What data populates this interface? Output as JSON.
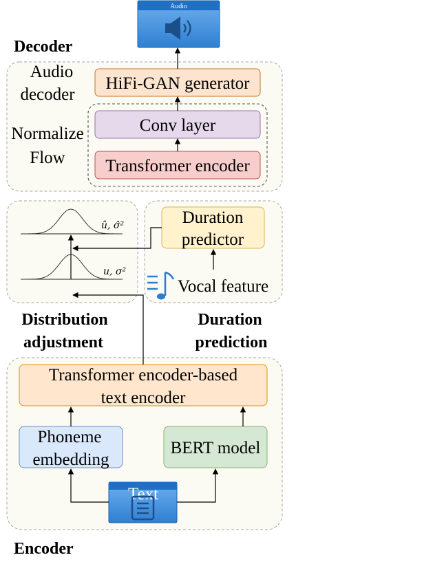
{
  "sections": {
    "decoder": "Decoder",
    "audio_decoder": [
      "Audio",
      "decoder"
    ],
    "normalize_flow": [
      "Normalize",
      "Flow"
    ],
    "distribution_adjustment": [
      "Distribution",
      "adjustment"
    ],
    "duration_prediction": [
      "Duration",
      "prediction"
    ],
    "encoder": "Encoder"
  },
  "blocks": {
    "audio_output": "Audio",
    "hifigan": "HiFi-GAN generator",
    "conv_layer": "Conv layer",
    "transformer_encoder": "Transformer encoder",
    "duration_predictor": [
      "Duration",
      "predictor"
    ],
    "vocal_feature": "Vocal feature",
    "text_encoder": [
      "Transformer encoder-based",
      "text encoder"
    ],
    "phoneme_embedding": [
      "Phoneme",
      "embedding"
    ],
    "bert_model": "BERT model",
    "text_input": "Text"
  },
  "distributions": {
    "adjusted_label": "û, σ̂²",
    "original_label": "u, σ²"
  },
  "colors": {
    "hifigan_fill": "#fce4cf",
    "hifigan_stroke": "#c0762a",
    "conv_fill": "#e6d9ec",
    "conv_stroke": "#9673a6",
    "transformer_fill": "#f8cecc",
    "transformer_stroke": "#b85450",
    "duration_fill": "#fff2cc",
    "duration_stroke": "#d6b656",
    "text_encoder_fill": "#ffe6cc",
    "text_encoder_stroke": "#d79b00",
    "phoneme_fill": "#dae8fc",
    "phoneme_stroke": "#6c8ebf",
    "bert_fill": "#d5e8d4",
    "bert_stroke": "#82b366",
    "icon_blue": "#2d7cd1",
    "icon_blue_light": "#5aa0e6"
  },
  "icons": {
    "audio": "speaker-icon",
    "text": "document-icon",
    "vocal": "music-note-icon"
  }
}
